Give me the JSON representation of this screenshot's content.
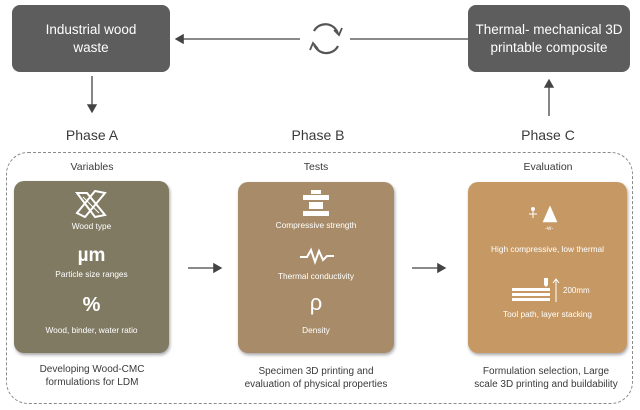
{
  "top": {
    "waste_label": "Industrial wood waste",
    "composite_label": "Thermal- mechanical 3D printable composite"
  },
  "phases": [
    {
      "label": "Phase A",
      "section": "Variables",
      "items": [
        "Wood type",
        "Particle size ranges",
        "Wood, binder, water ratio"
      ],
      "caption_line1": "Developing  Wood-CMC",
      "caption_line2": "formulations for LDM"
    },
    {
      "label": "Phase B",
      "section": "Tests",
      "items": [
        "Compressive strength",
        "Thermal conductivity",
        "Density"
      ],
      "caption_line1": "Specimen 3D printing and",
      "caption_line2": "evaluation of physical properties"
    },
    {
      "label": "Phase C",
      "section": "Evaluation",
      "items": [
        "High compressive, low thermal",
        "Tool path, layer stacking"
      ],
      "caption_line1": "Formulation selection, Large",
      "caption_line2": "scale 3D printing and buildability"
    }
  ],
  "symbols": {
    "micro": "µm",
    "percent": "%",
    "rho": "ρ",
    "height": "200mm",
    "w_mark": "-w-"
  },
  "icons": [
    "recycle-icon",
    "wood-icon",
    "compression-icon",
    "thermal-wave-icon",
    "cone-load-icon",
    "layer-stack-icon"
  ],
  "colors": {
    "top_box": "#5d5d5d",
    "panel_a": "#807a63",
    "panel_b": "#a88c69",
    "panel_c": "#c69864",
    "arrow": "#444444"
  }
}
